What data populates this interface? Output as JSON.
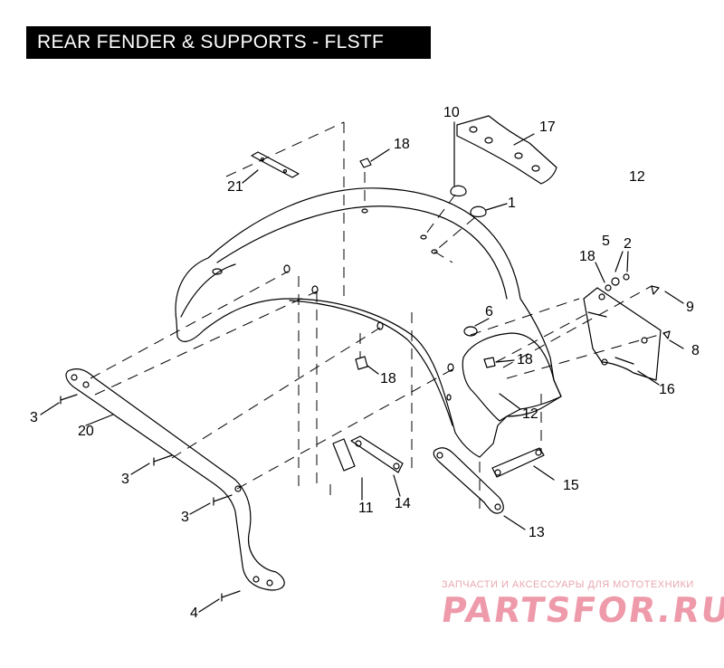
{
  "title": "REAR FENDER & SUPPORTS - FLSTF",
  "callouts": {
    "c10": "10",
    "c17": "17",
    "c18a": "18",
    "c21": "21",
    "c1": "1",
    "c12a": "12",
    "c5": "5",
    "c2": "2",
    "c18b": "18",
    "c9": "9",
    "c6": "6",
    "c18c": "18",
    "c8": "8",
    "c18d": "18",
    "c16": "16",
    "c12b": "12",
    "c3a": "3",
    "c20": "20",
    "c3b": "3",
    "c15": "15",
    "c11": "11",
    "c14": "14",
    "c3c": "3",
    "c13": "13",
    "c4": "4"
  },
  "watermark": {
    "tagline": "ЗАПЧАСТИ И АКСЕССУАРЫ ДЛЯ МОТОТЕХНИКИ",
    "logo": "PARTSFOR.RU"
  }
}
